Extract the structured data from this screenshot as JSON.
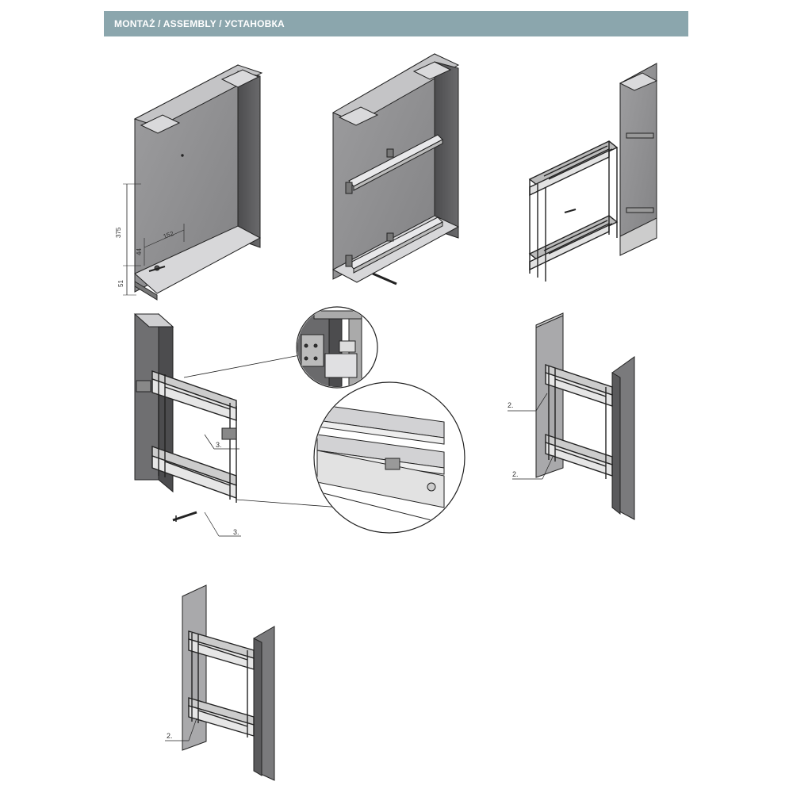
{
  "header": {
    "title": "MONTAŻ / ASSEMBLY / УСТАНОВКА"
  },
  "colors": {
    "header_bg": "#8ba6ad",
    "panel_dark": "#5a5a5c",
    "panel_mid": "#8c8c8e",
    "panel_light": "#bdbdbf",
    "outline": "#222222"
  },
  "step1": {
    "dims": [
      "375",
      "44",
      "152",
      "51"
    ]
  },
  "step4": {
    "labels": [
      "3.",
      "3."
    ]
  },
  "step5": {
    "labels": [
      "2.",
      "2."
    ]
  },
  "step6": {
    "labels": [
      "2."
    ]
  }
}
